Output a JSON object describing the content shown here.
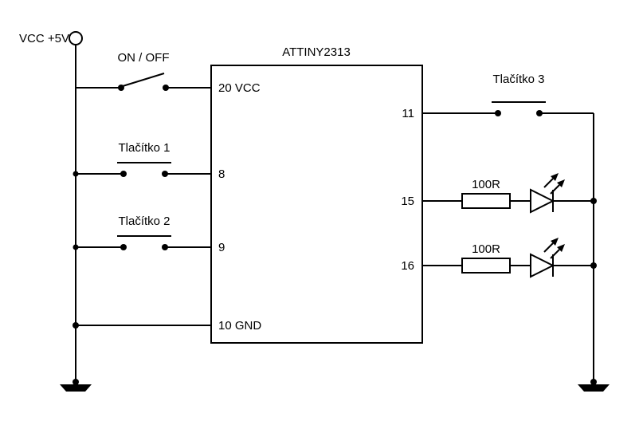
{
  "power": {
    "label": "VCC +5V"
  },
  "toggle": {
    "label": "ON / OFF"
  },
  "ic": {
    "name": "ATTINY2313",
    "pins": {
      "p20": "20 VCC",
      "p8": "8",
      "p9": "9",
      "p10": "10 GND",
      "p11": "11",
      "p15": "15",
      "p16": "16"
    }
  },
  "buttons": {
    "b1": "Tlačítko 1",
    "b2": "Tlačítko 2",
    "b3": "Tlačítko 3"
  },
  "resistors": {
    "r1": "100R",
    "r2": "100R"
  },
  "colors": {
    "stroke": "#000000",
    "background": "#ffffff"
  }
}
